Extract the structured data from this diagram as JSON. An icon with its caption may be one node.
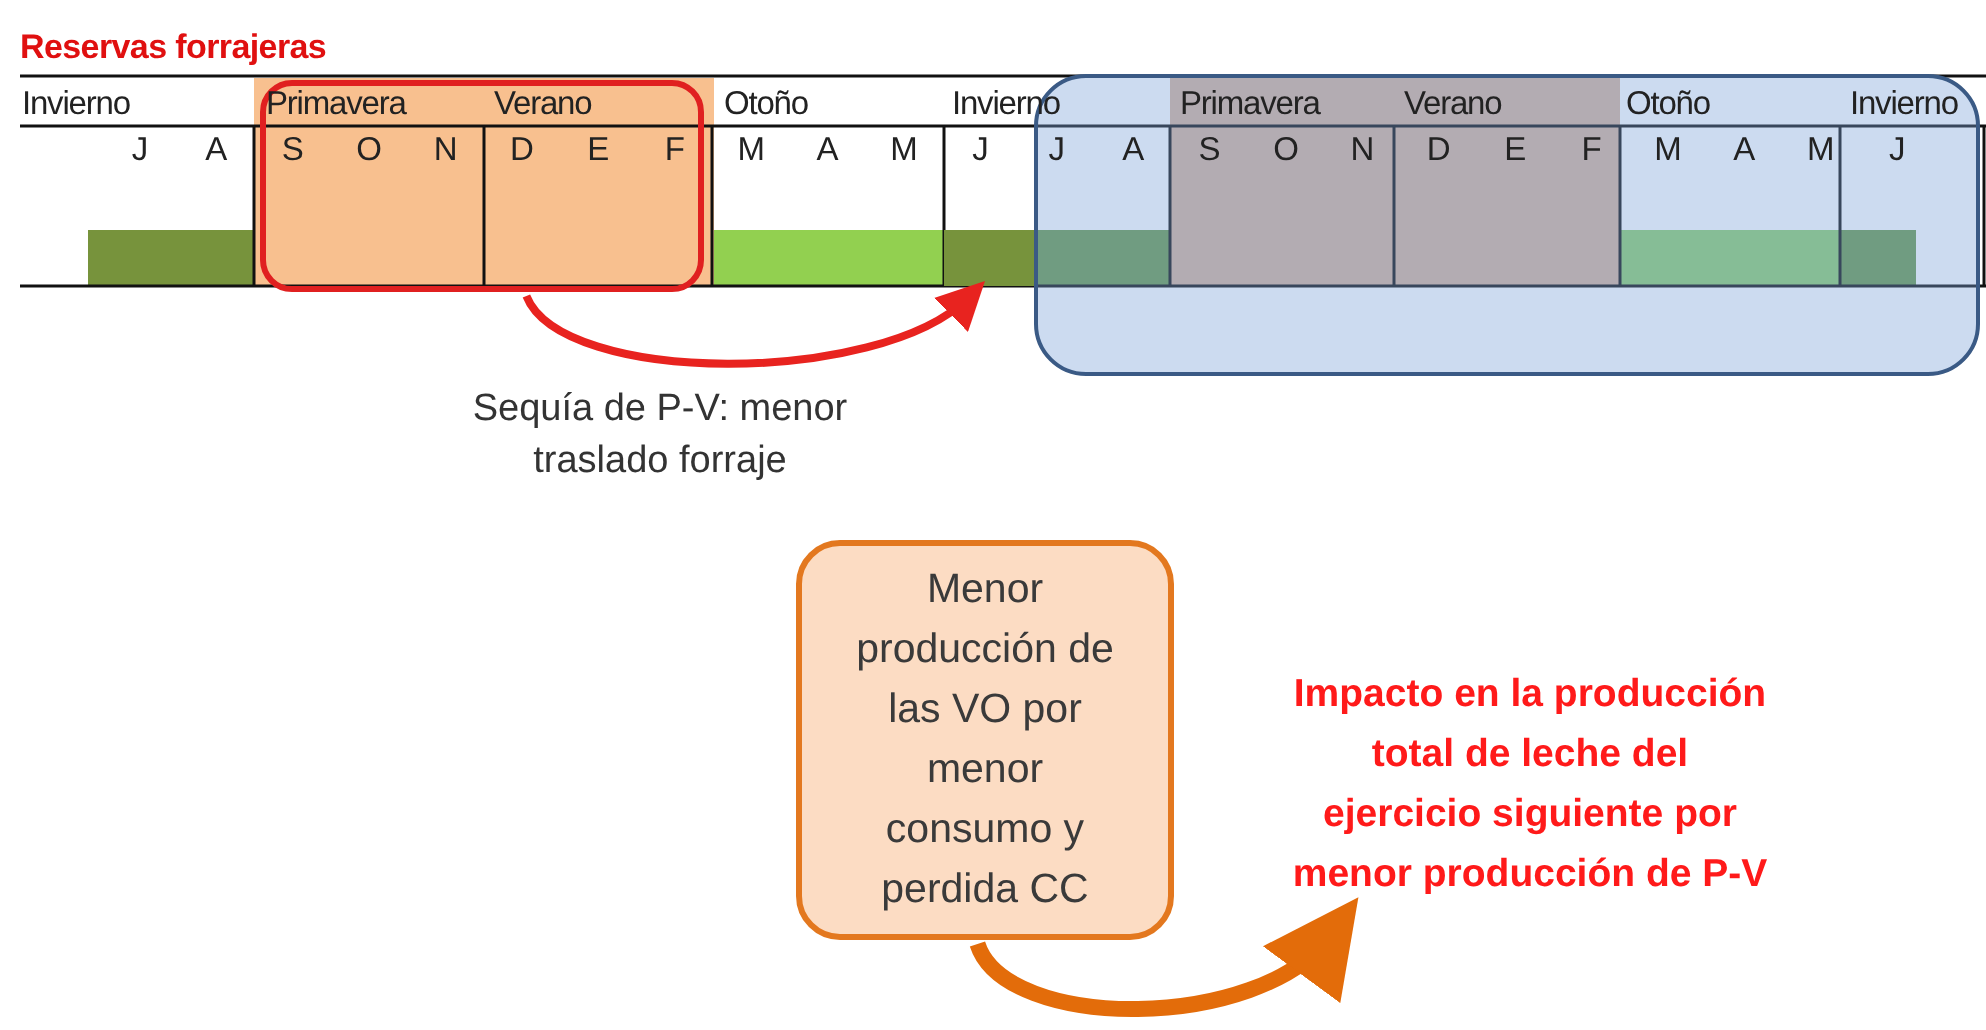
{
  "diagram": {
    "title": "Reservas forrajeras",
    "nodes": [
      {
        "text": [],
        "shape": "box"
      },
      {
        "text": [],
        "shape": "bar"
      },
      {
        "text": [],
        "shape": "box"
      },
      {
        "text": [
          "Menor producción de las VO por menor consumo y perdida CC"
        ]
      },
      {
        "text": [
          "Impacto en la producción total de leche del ejercicio siguiente por menor producción de P-V"
        ]
      }
    ],
    "edges": [
      {
        "from": 0,
        "to": 1,
        "arrow": "to",
        "color": "#e8231f"
      },
      {
        "from": 3,
        "to": 4,
        "arrow": "to",
        "style": "thick",
        "color": "#e36c0a"
      }
    ],
    "labels": [
      "Invierno",
      "Primavera",
      "Verano",
      "Otoño",
      "Invierno",
      "Primavera",
      "Verano",
      "Otoño",
      "Invierno",
      "J",
      "A",
      "S",
      "O",
      "N",
      "D",
      "E",
      "F",
      "M",
      "A",
      "M",
      "J",
      "J",
      "A",
      "S",
      "O",
      "N",
      "D",
      "E",
      "F",
      "M",
      "A",
      "M",
      "J",
      "Sequía de P-V:  menor traslado forraje"
    ]
  }
}
